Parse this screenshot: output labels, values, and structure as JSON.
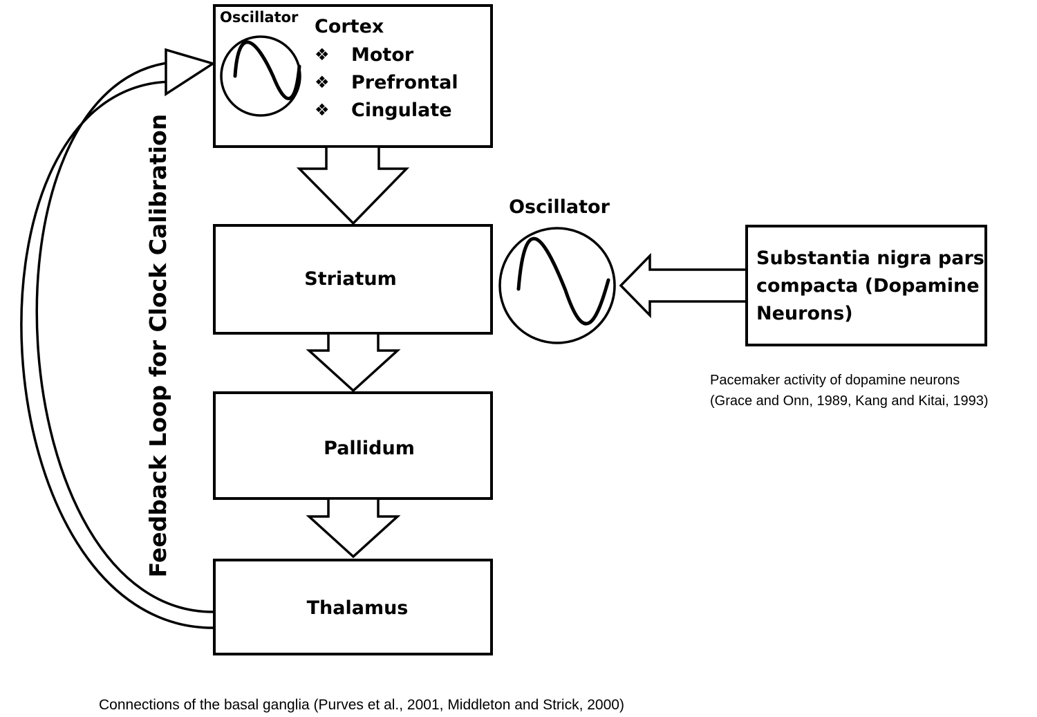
{
  "cortex": {
    "oscillator_label": "Oscillator",
    "title": "Cortex",
    "bullet_symbol": "❖",
    "items": [
      "Motor",
      "Prefrontal",
      "Cingulate"
    ]
  },
  "striatum": {
    "label": "Striatum"
  },
  "pallidum": {
    "label": "Pallidum"
  },
  "thalamus": {
    "label": "Thalamus"
  },
  "snc_oscillator": {
    "label": "Oscillator"
  },
  "snc": {
    "lines": [
      "Substantia nigra pars",
      "compacta (Dopamine",
      "Neurons)"
    ]
  },
  "feedback": {
    "label": "Feedback Loop for Clock Calibration"
  },
  "pacemaker_note": {
    "lines": [
      "Pacemaker activity of dopamine neurons",
      "(Grace and Onn, 1989,  Kang and Kitai, 1993)"
    ]
  },
  "caption": "Connections of the basal ganglia (Purves et al., 2001, Middleton and Strick, 2000)"
}
